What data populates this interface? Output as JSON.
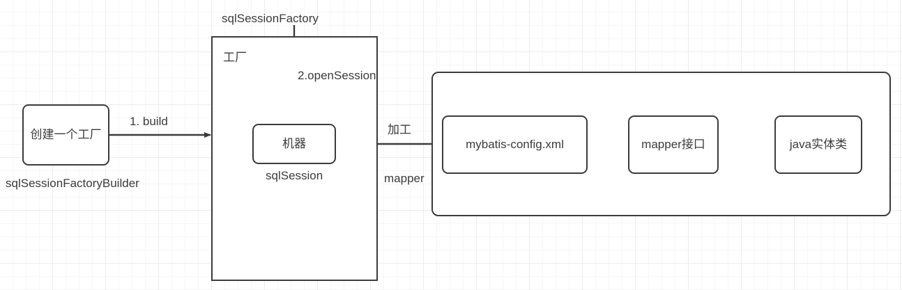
{
  "diagram": {
    "title_hidden": "",
    "stroke_color": "#3b3b3b",
    "background": "#ffffff",
    "grid_color": "#ececec",
    "nodes": {
      "builder_box": {
        "label": "创建一个工厂"
      },
      "builder_caption": {
        "label": "sqlSessionFactoryBuilder"
      },
      "factory_box": {
        "label": "工厂"
      },
      "factory_caption": {
        "label": "sqlSessionFactory"
      },
      "machine_box": {
        "label": "机器"
      },
      "machine_caption": {
        "label": "sqlSession"
      },
      "config_box": {
        "label": "mybatis-config.xml"
      },
      "mapper_box": {
        "label": "mapper接口"
      },
      "entity_box": {
        "label": "java实体类"
      }
    },
    "edges": {
      "build": {
        "label": "1. build"
      },
      "open_session": {
        "label": "2.openSession"
      },
      "process_top": {
        "label": "加工"
      },
      "process_bottom": {
        "label": "mapper"
      }
    }
  }
}
